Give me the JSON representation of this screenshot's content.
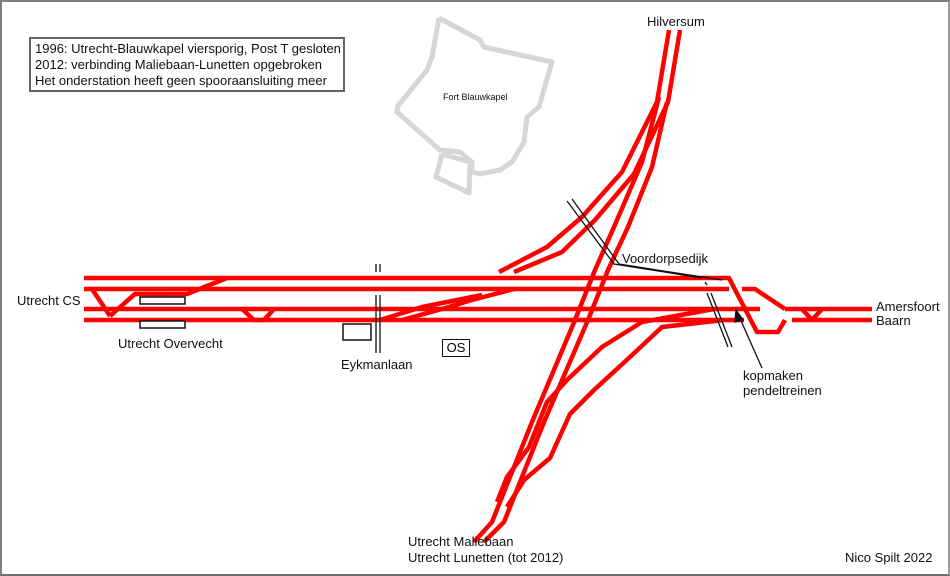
{
  "legend": {
    "lines": [
      "1996: Utrecht-Blauwkapel viersporig, Post T gesloten",
      "2012: verbinding Maliebaan-Lunetten opgebroken",
      "Het onderstation heeft geen spooraansluiting meer"
    ]
  },
  "labels": {
    "fort": "Fort Blauwkapel",
    "hilversum": "Hilversum",
    "voordorpsedijk": "Voordorpsedijk",
    "utrecht_cs": "Utrecht CS",
    "overvecht": "Utrecht Overvecht",
    "eykmanlaan": "Eykmanlaan",
    "os": "OS",
    "amersfoort": "Amersfoort",
    "baarn": "Baarn",
    "kopmaken_1": "kopmaken",
    "kopmaken_2": "pendeltreinen",
    "maliebaan": "Utrecht Maliebaan",
    "lunetten": "Utrecht Lunetten (tot 2012)",
    "author": "Nico Spilt 2022"
  },
  "colors": {
    "track": "#ff0000",
    "road": "#111111",
    "fort": "#d6d6d6"
  }
}
